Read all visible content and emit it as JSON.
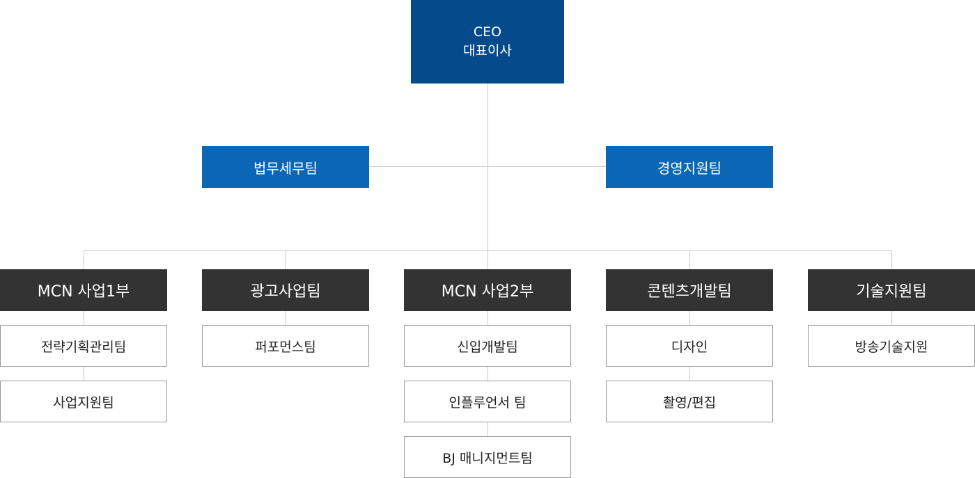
{
  "ceo": {
    "line1": "CEO",
    "line2": "대표이사"
  },
  "staff": {
    "left": "법무세무팀",
    "right": "경영지원팀"
  },
  "departments": [
    {
      "label": "MCN 사업1부",
      "teams": [
        "전략기획관리팀",
        "사업지원팀"
      ]
    },
    {
      "label": "광고사업팀",
      "teams": [
        "퍼포먼스팀"
      ]
    },
    {
      "label": "MCN 사업2부",
      "teams": [
        "신입개발팀",
        "인플루언서 팀",
        "BJ 매니지먼트팀"
      ]
    },
    {
      "label": "콘텐츠개발팀",
      "teams": [
        "디자인",
        "촬영/편집"
      ]
    },
    {
      "label": "기술지원팀",
      "teams": [
        "방송기술지원"
      ]
    }
  ]
}
